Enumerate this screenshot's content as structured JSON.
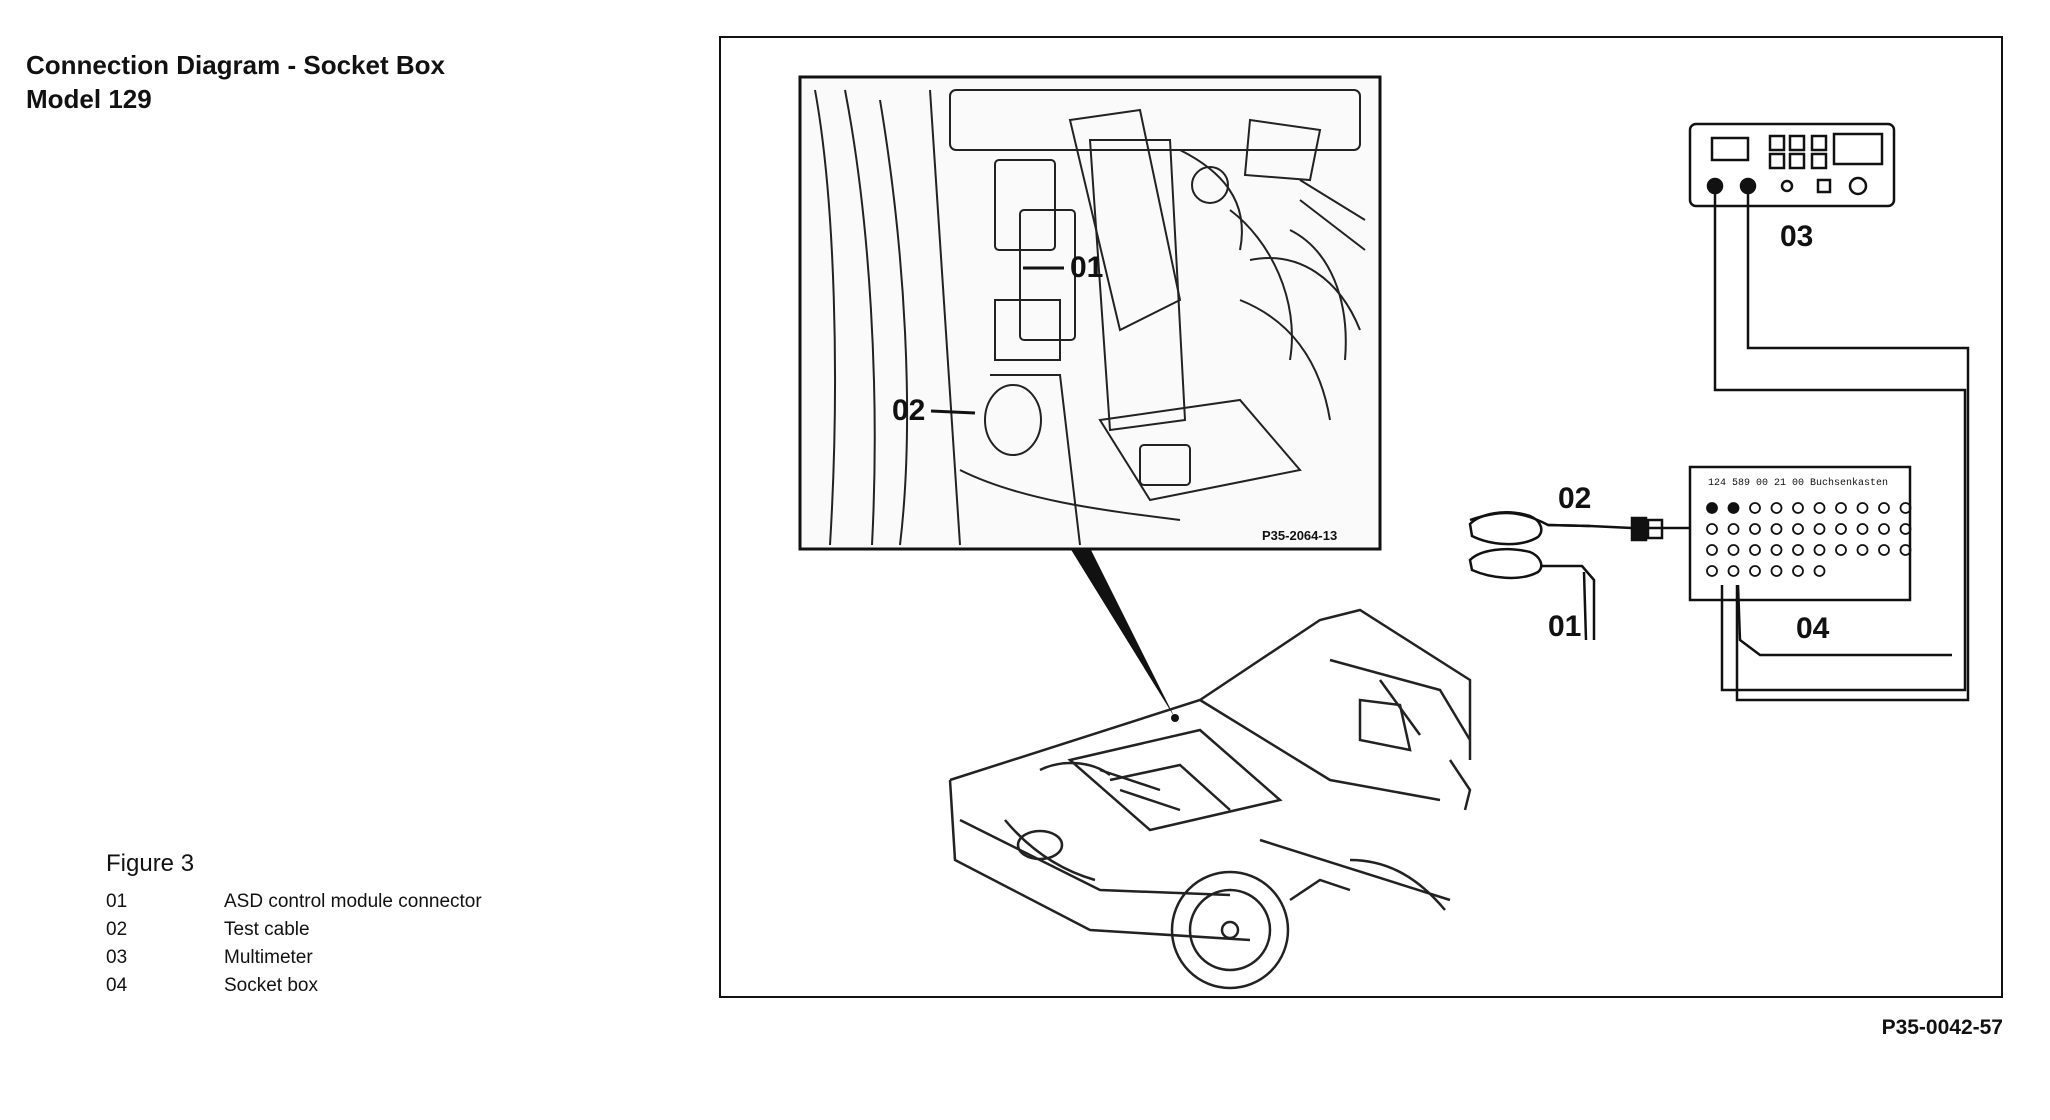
{
  "header": {
    "title_line1": "Connection Diagram - Socket Box",
    "title_line2": "Model 129"
  },
  "legend": {
    "heading": "Figure 3",
    "items": [
      {
        "num": "01",
        "label": "ASD control module connector"
      },
      {
        "num": "02",
        "label": "Test cable"
      },
      {
        "num": "03",
        "label": "Multimeter"
      },
      {
        "num": "04",
        "label": "Socket box"
      }
    ]
  },
  "diagram": {
    "inset_code": "P35-2064-13",
    "figure_code": "P35-0042-57",
    "callouts": {
      "inset_01": "01",
      "inset_02": "02",
      "multimeter": "03",
      "cable_02": "02",
      "cable_01": "01",
      "socket_box": "04"
    },
    "socket_box_label": "124 589 00 21 00   Buchsenkasten"
  }
}
